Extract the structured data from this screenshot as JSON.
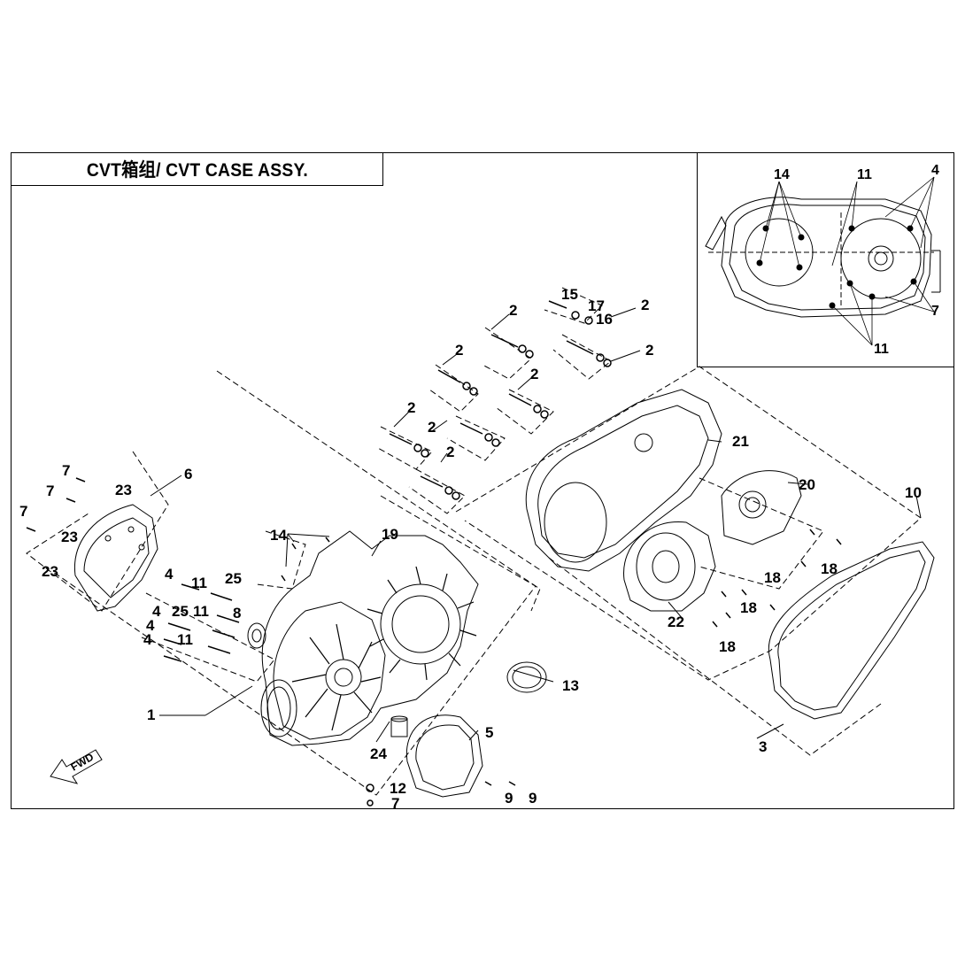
{
  "title": "CVT箱组/ CVT CASE ASSY.",
  "direction_label": "FWD",
  "callouts": {
    "c1": "1",
    "c2a": "2",
    "c2b": "2",
    "c2c": "2",
    "c2d": "2",
    "c2e": "2",
    "c2f": "2",
    "c2g": "2",
    "c2h": "2",
    "c3": "3",
    "c4a": "4",
    "c4b": "4",
    "c4c": "4",
    "c4d": "4",
    "c5": "5",
    "c6": "6",
    "c7a": "7",
    "c7b": "7",
    "c7c": "7",
    "c7d": "7",
    "c8": "8",
    "c9a": "9",
    "c9b": "9",
    "c10": "10",
    "c11a": "11",
    "c11b": "11",
    "c11c": "11",
    "c12": "12",
    "c13": "13",
    "c14": "14",
    "c15": "15",
    "c16": "16",
    "c17": "17",
    "c18a": "18",
    "c18b": "18",
    "c18c": "18",
    "c18d": "18",
    "c19": "19",
    "c20": "20",
    "c21": "21",
    "c22": "22",
    "c23a": "23",
    "c23b": "23",
    "c23c": "23",
    "c24": "24",
    "c25a": "25",
    "c25b": "25"
  },
  "inset_callouts": {
    "i14": "14",
    "i11a": "11",
    "i4": "4",
    "i7": "7",
    "i11b": "11"
  }
}
